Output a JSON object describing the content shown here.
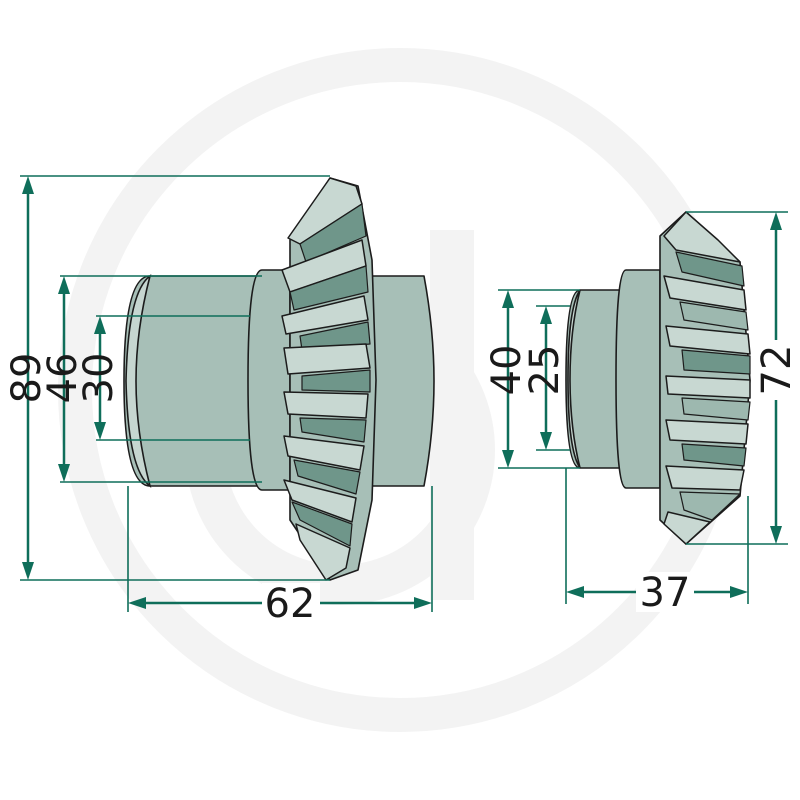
{
  "colors": {
    "dimension": "#0f6e5a",
    "gear_body": "#a7bfb7",
    "gear_light": "#c6d6d0",
    "gear_dark": "#6f968a",
    "text": "#1a1a1a",
    "watermark": "#f3f3f3"
  },
  "icons": {
    "watermark": "logo-watermark-icon"
  },
  "gear_large": {
    "dimensions": {
      "outer_diameter": "89",
      "hub_diameter": "46",
      "bore_diameter": "30",
      "length": "62"
    }
  },
  "gear_small": {
    "dimensions": {
      "hub_diameter": "40",
      "bore_diameter": "25",
      "outer_diameter": "72",
      "length": "37"
    }
  }
}
